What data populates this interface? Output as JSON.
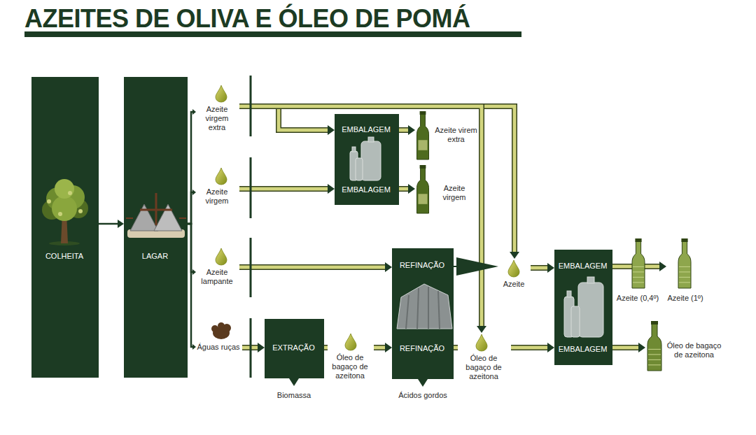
{
  "diagram": {
    "title": "AZEITES DE OLIVA E ÓLEO DE POMÁ",
    "nodes": [
      {
        "text": [
          "COLHEITA"
        ]
      },
      {
        "text": [
          "LAGAR"
        ]
      },
      {
        "text": [
          "Azeite virgem extra"
        ]
      },
      {
        "text": [
          "Azeite virgem"
        ]
      },
      {
        "text": [
          "Azeite lampante"
        ]
      },
      {
        "text": [
          "Águas ruças"
        ]
      },
      {
        "text": [
          "EMBALAGEM"
        ]
      },
      {
        "text": [
          "EMBALAGEM"
        ]
      },
      {
        "text": [
          "Azeite virem extra"
        ]
      },
      {
        "text": [
          "Azeite virgem"
        ]
      },
      {
        "text": [
          "EXTRAÇÃO"
        ]
      },
      {
        "text": [
          "Óleo de bagaço de azeitona"
        ]
      },
      {
        "text": [
          "REFINAÇÃO"
        ]
      },
      {
        "text": [
          "REFINAÇÃO"
        ]
      },
      {
        "text": [
          "Azeite"
        ]
      },
      {
        "text": [
          "Óleo de bagaço de azeitona"
        ]
      },
      {
        "text": [
          "EMBALAGEM"
        ]
      },
      {
        "text": [
          "EMBALAGEM"
        ]
      },
      {
        "text": [
          "Azeite (0,4º)"
        ]
      },
      {
        "text": [
          "Azeite (1º)"
        ]
      },
      {
        "text": [
          "Óleo de bagaço de azeitona"
        ]
      }
    ],
    "edges": [
      {
        "from": 0,
        "to": 1,
        "arrow": "to"
      },
      {
        "from": 1,
        "to": 2,
        "arrow": "to"
      },
      {
        "from": 1,
        "to": 3,
        "arrow": "to"
      },
      {
        "from": 1,
        "to": 4,
        "arrow": "to"
      },
      {
        "from": 1,
        "to": 5,
        "arrow": "to"
      },
      {
        "from": 2,
        "to": 6,
        "arrow": "to"
      },
      {
        "from": 2,
        "to": 14,
        "arrow": "to"
      },
      {
        "from": 2,
        "to": 15,
        "arrow": "to"
      },
      {
        "from": 6,
        "to": 8,
        "arrow": "to"
      },
      {
        "from": 3,
        "to": 7,
        "arrow": "to"
      },
      {
        "from": 7,
        "to": 9,
        "arrow": "to"
      },
      {
        "from": 4,
        "to": 12,
        "arrow": "to"
      },
      {
        "from": 12,
        "to": 14,
        "arrow": "to"
      },
      {
        "from": 14,
        "to": 16,
        "arrow": "to"
      },
      {
        "from": 5,
        "to": 10,
        "arrow": "to"
      },
      {
        "from": 10,
        "to": 11,
        "arrow": "none"
      },
      {
        "from": 11,
        "to": 13,
        "arrow": "to"
      },
      {
        "from": 13,
        "to": 15,
        "arrow": "none"
      },
      {
        "from": 15,
        "to": 17,
        "arrow": "to"
      },
      {
        "from": 16,
        "to": 18,
        "arrow": "to"
      },
      {
        "from": 16,
        "to": 19,
        "arrow": "to"
      },
      {
        "from": 17,
        "to": 20,
        "arrow": "to"
      }
    ],
    "labels": [
      "Biomassa",
      "Ácidos gordos"
    ]
  }
}
